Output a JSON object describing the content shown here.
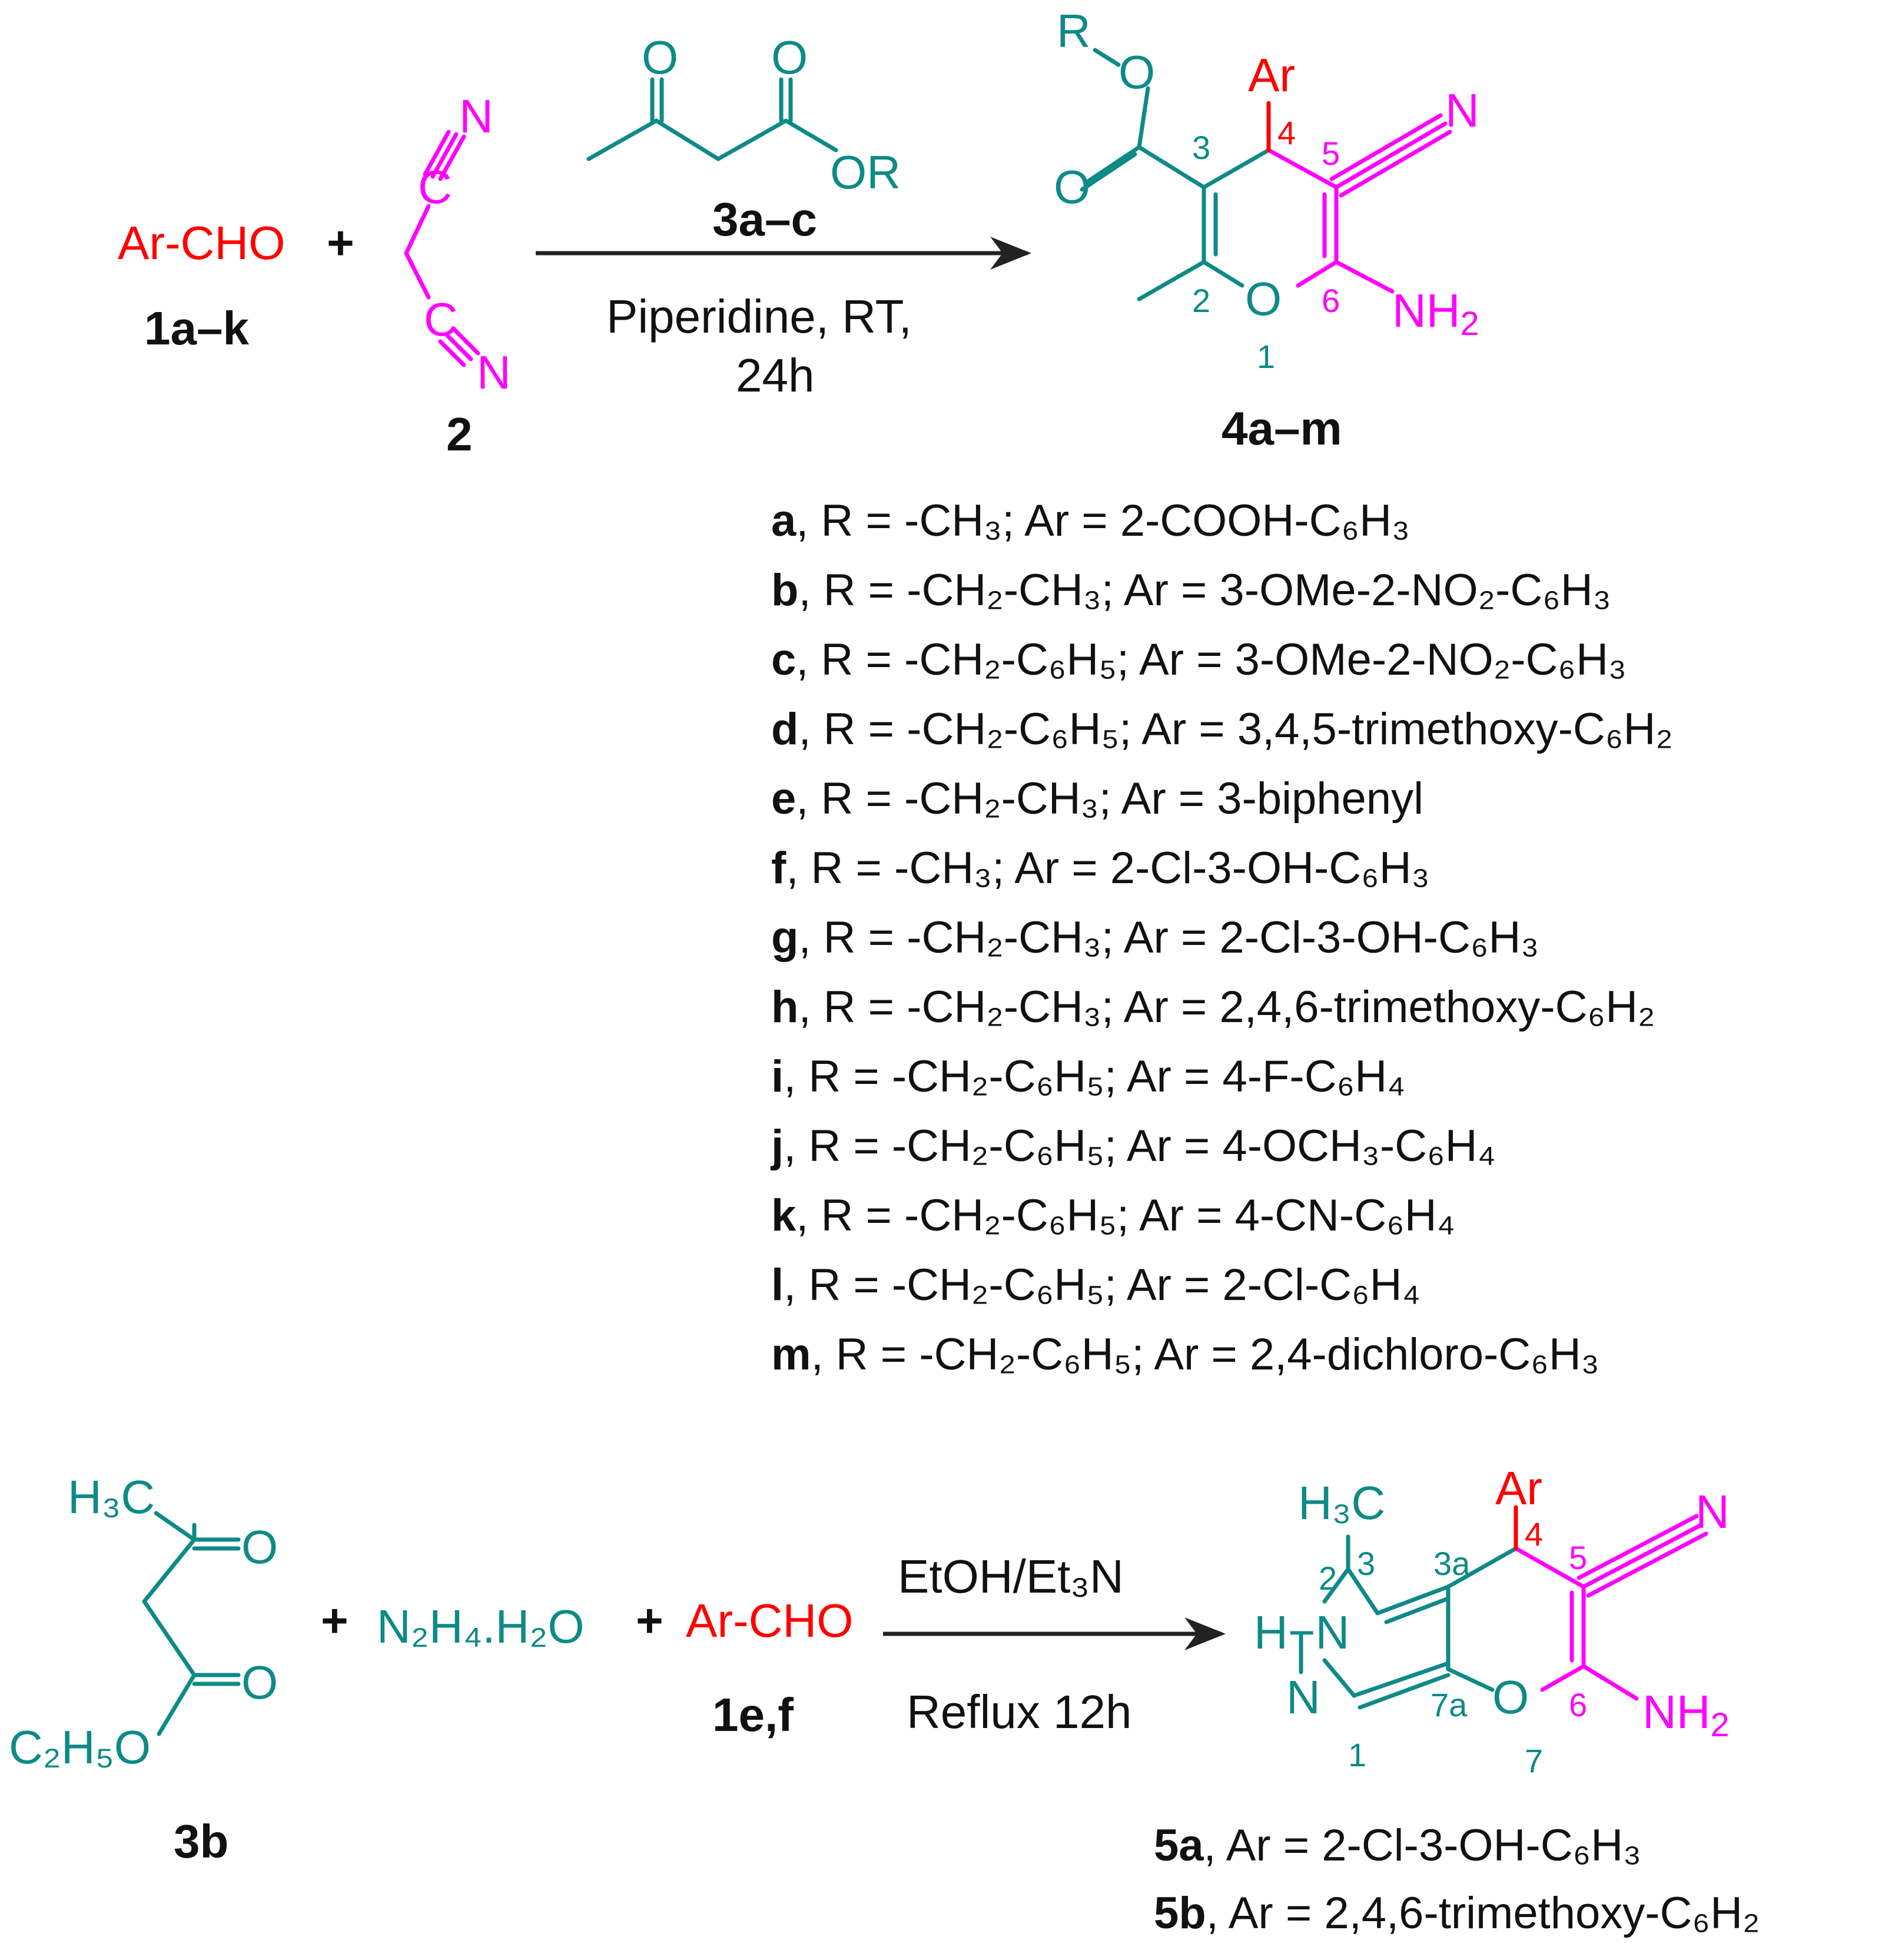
{
  "colors": {
    "teal": "#0e8a87",
    "magenta": "#ff00ff",
    "red": "#ff0000",
    "black": "#111111"
  },
  "scheme1": {
    "aldehyde": "Ar-CHO",
    "aldehyde_id": "1a–k",
    "plus": "+",
    "malononitrile_N_top": "N",
    "malononitrile_C_top": "C",
    "malononitrile_C_bottom": "C",
    "malononitrile_N_bottom": "N",
    "malononitrile_id": "2",
    "ketoester_O1": "O",
    "ketoester_O2": "O",
    "ketoester_OR": "OR",
    "ketoester_id": "3a–c",
    "condition_line1": "Piperidine, RT,",
    "condition_line2": "24h",
    "product": {
      "R": "R",
      "O_ester": "O",
      "O_carbonyl": "O",
      "Ar": "Ar",
      "N_nitrile": "N",
      "O_ring": "O",
      "NH2_main": "NH",
      "NH2_sub": "2",
      "pos3": "3",
      "pos4": "4",
      "pos5": "5",
      "pos2": "2",
      "pos6": "6",
      "pos1": "1"
    },
    "product_id": "4a–m"
  },
  "legend4": [
    {
      "key": "a",
      "text": ", R = -CH₃; Ar = 2-COOH-C₆H₃"
    },
    {
      "key": "b",
      "text": ", R = -CH₂-CH₃; Ar = 3-OMe-2-NO₂-C₆H₃"
    },
    {
      "key": "c",
      "text": ", R = -CH₂-C₆H₅; Ar = 3-OMe-2-NO₂-C₆H₃"
    },
    {
      "key": "d",
      "text": ", R = -CH₂-C₆H₅; Ar = 3,4,5-trimethoxy-C₆H₂"
    },
    {
      "key": "e",
      "text": ", R = -CH₂-CH₃; Ar = 3-biphenyl"
    },
    {
      "key": "f",
      "text": ", R  = -CH₃; Ar = 2-Cl-3-OH-C₆H₃"
    },
    {
      "key": "g",
      "text": ", R = -CH₂-CH₃; Ar = 2-Cl-3-OH-C₆H₃"
    },
    {
      "key": "h",
      "text": ", R = -CH₂-CH₃; Ar = 2,4,6-trimethoxy-C₆H₂"
    },
    {
      "key": "i",
      "text": ", R = -CH₂-C₆H₅; Ar = 4-F-C₆H₄"
    },
    {
      "key": "j",
      "text": ", R = -CH₂-C₆H₅; Ar = 4-OCH₃-C₆H₄"
    },
    {
      "key": "k",
      "text": ", R = -CH₂-C₆H₅; Ar = 4-CN-C₆H₄"
    },
    {
      "key": "l",
      "text": ", R = -CH₂-C₆H₅; Ar = 2-Cl-C₆H₄"
    },
    {
      "key": "m",
      "text": ", R = -CH₂-C₆H₅; Ar = 2,4-dichloro-C₆H₃"
    }
  ],
  "scheme2": {
    "ketoester_H3C": "H₃C",
    "ketoester_O1": "O",
    "ketoester_O2": "O",
    "ketoester_C2H5O": "C₂H₅O",
    "ketoester_id": "3b",
    "plus1": "+",
    "hydrazine": "N₂H₄.H₂O",
    "plus2": "+",
    "aldehyde": "Ar-CHO",
    "aldehyde_id": "1e,f",
    "condition_top": "EtOH/Et₃N",
    "condition_bottom": "Reflux 12h",
    "product": {
      "H3C": "H₃C",
      "Ar": "Ar",
      "N_nitrile": "N",
      "HN": "H−N",
      "N_ring": "N",
      "O_ring": "O",
      "NH2_main": "NH",
      "NH2_sub": "2",
      "pos2": "2",
      "pos3": "3",
      "pos3a": "3a",
      "pos4": "4",
      "pos5": "5",
      "pos7a": "7a",
      "pos6": "6",
      "pos1": "1",
      "pos7": "7"
    },
    "legend5": [
      {
        "key": "5a",
        "text": ", Ar = 2-Cl-3-OH-C₆H₃"
      },
      {
        "key": "5b",
        "text": ", Ar = 2,4,6-trimethoxy-C₆H₂"
      }
    ]
  }
}
